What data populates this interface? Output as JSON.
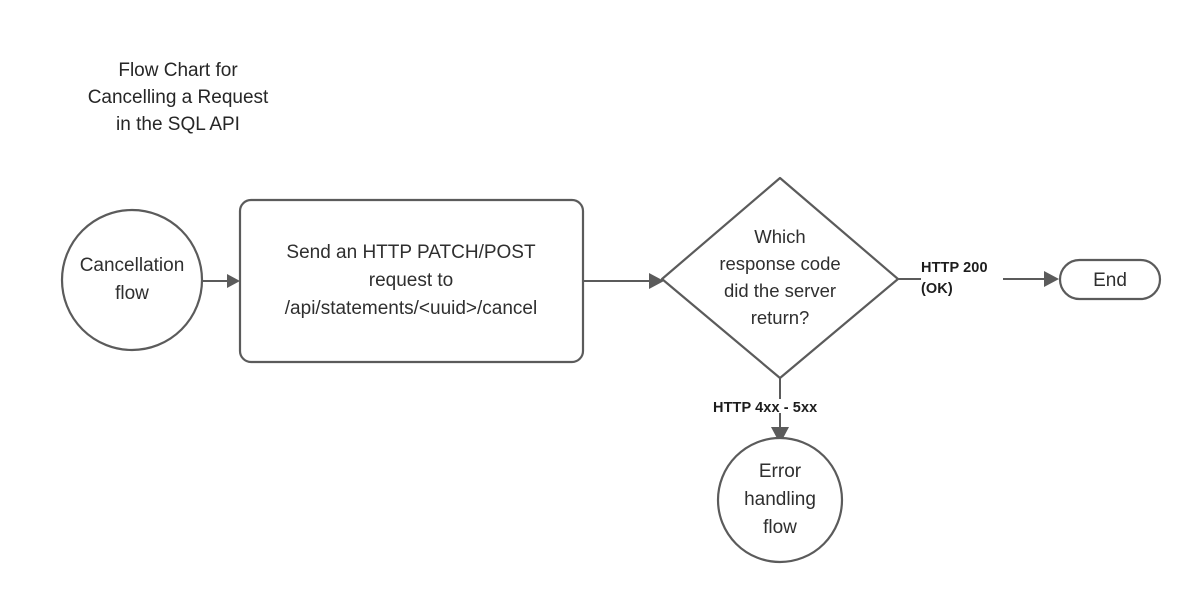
{
  "diagram": {
    "title": {
      "lines": [
        "Flow Chart for",
        "Cancelling a Request",
        "in the SQL API"
      ],
      "full": "Flow Chart for Cancelling a Request in the SQL API"
    },
    "colors": {
      "stroke": "#5b5b5b",
      "node_fill": "#ffffff",
      "text": "#2f2f2f",
      "label_text": "#1d1d1d",
      "background": "#ffffff"
    },
    "nodes": [
      {
        "id": "start",
        "shape": "circle",
        "lines": [
          "Cancellation",
          "flow"
        ],
        "text": "Cancellation flow"
      },
      {
        "id": "send-request",
        "shape": "rounded-rectangle",
        "lines": [
          "Send an HTTP PATCH/POST",
          "request to",
          "/api/statements/<uuid>/cancel"
        ],
        "text": "Send an HTTP PATCH/POST request to /api/statements/<uuid>/cancel"
      },
      {
        "id": "decision",
        "shape": "diamond",
        "lines": [
          "Which",
          "response code",
          "did the server",
          "return?"
        ],
        "text": "Which response code did the server return?"
      },
      {
        "id": "end",
        "shape": "stadium",
        "lines": [
          "End"
        ],
        "text": "End"
      },
      {
        "id": "error",
        "shape": "circle",
        "lines": [
          "Error",
          "handling",
          "flow"
        ],
        "text": "Error handling flow"
      }
    ],
    "edges": [
      {
        "id": "start-to-send",
        "from": "start",
        "to": "send-request",
        "label": ""
      },
      {
        "id": "send-to-decision",
        "from": "send-request",
        "to": "decision",
        "label": ""
      },
      {
        "id": "decision-to-end",
        "from": "decision",
        "to": "end",
        "label": "HTTP 200 (OK)",
        "label_lines": [
          "HTTP 200",
          "(OK)"
        ]
      },
      {
        "id": "decision-to-error",
        "from": "decision",
        "to": "error",
        "label": "HTTP 4xx - 5xx",
        "label_lines": [
          "HTTP 4xx - 5xx"
        ]
      }
    ]
  }
}
